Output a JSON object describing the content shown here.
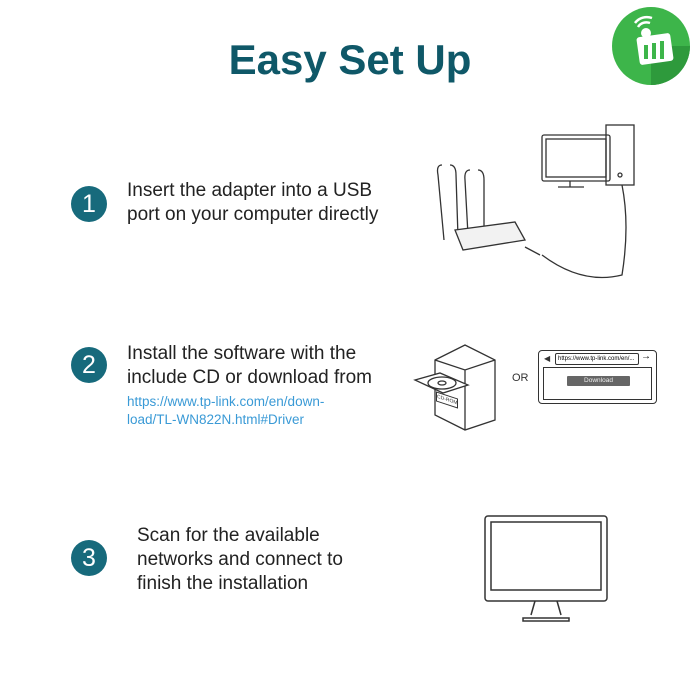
{
  "title": "Easy Set Up",
  "logo": {
    "icon": "wifi-chart-logo-icon",
    "color": "#3db54a"
  },
  "steps": [
    {
      "number": "1",
      "line1": "Insert the adapter into a USB",
      "line2": "port on your computer directly"
    },
    {
      "number": "2",
      "line1": "Install the software with the",
      "line2": "include CD or download from",
      "link_line1": "https://www.tp-link.com/en/down-",
      "link_line2": "load/TL-WN822N.html#Driver"
    },
    {
      "number": "3",
      "line1": "Scan for the available",
      "line2": "networks and connect to",
      "line3": "finish the installation"
    }
  ],
  "illustration": {
    "or": "OR",
    "url": "https://www.tp-link.com/en/...",
    "download": "Download",
    "cd_label": "CD-ROM"
  },
  "colors": {
    "title": "#0f5868",
    "circle": "#176a7c",
    "link": "#3a9ad6"
  }
}
